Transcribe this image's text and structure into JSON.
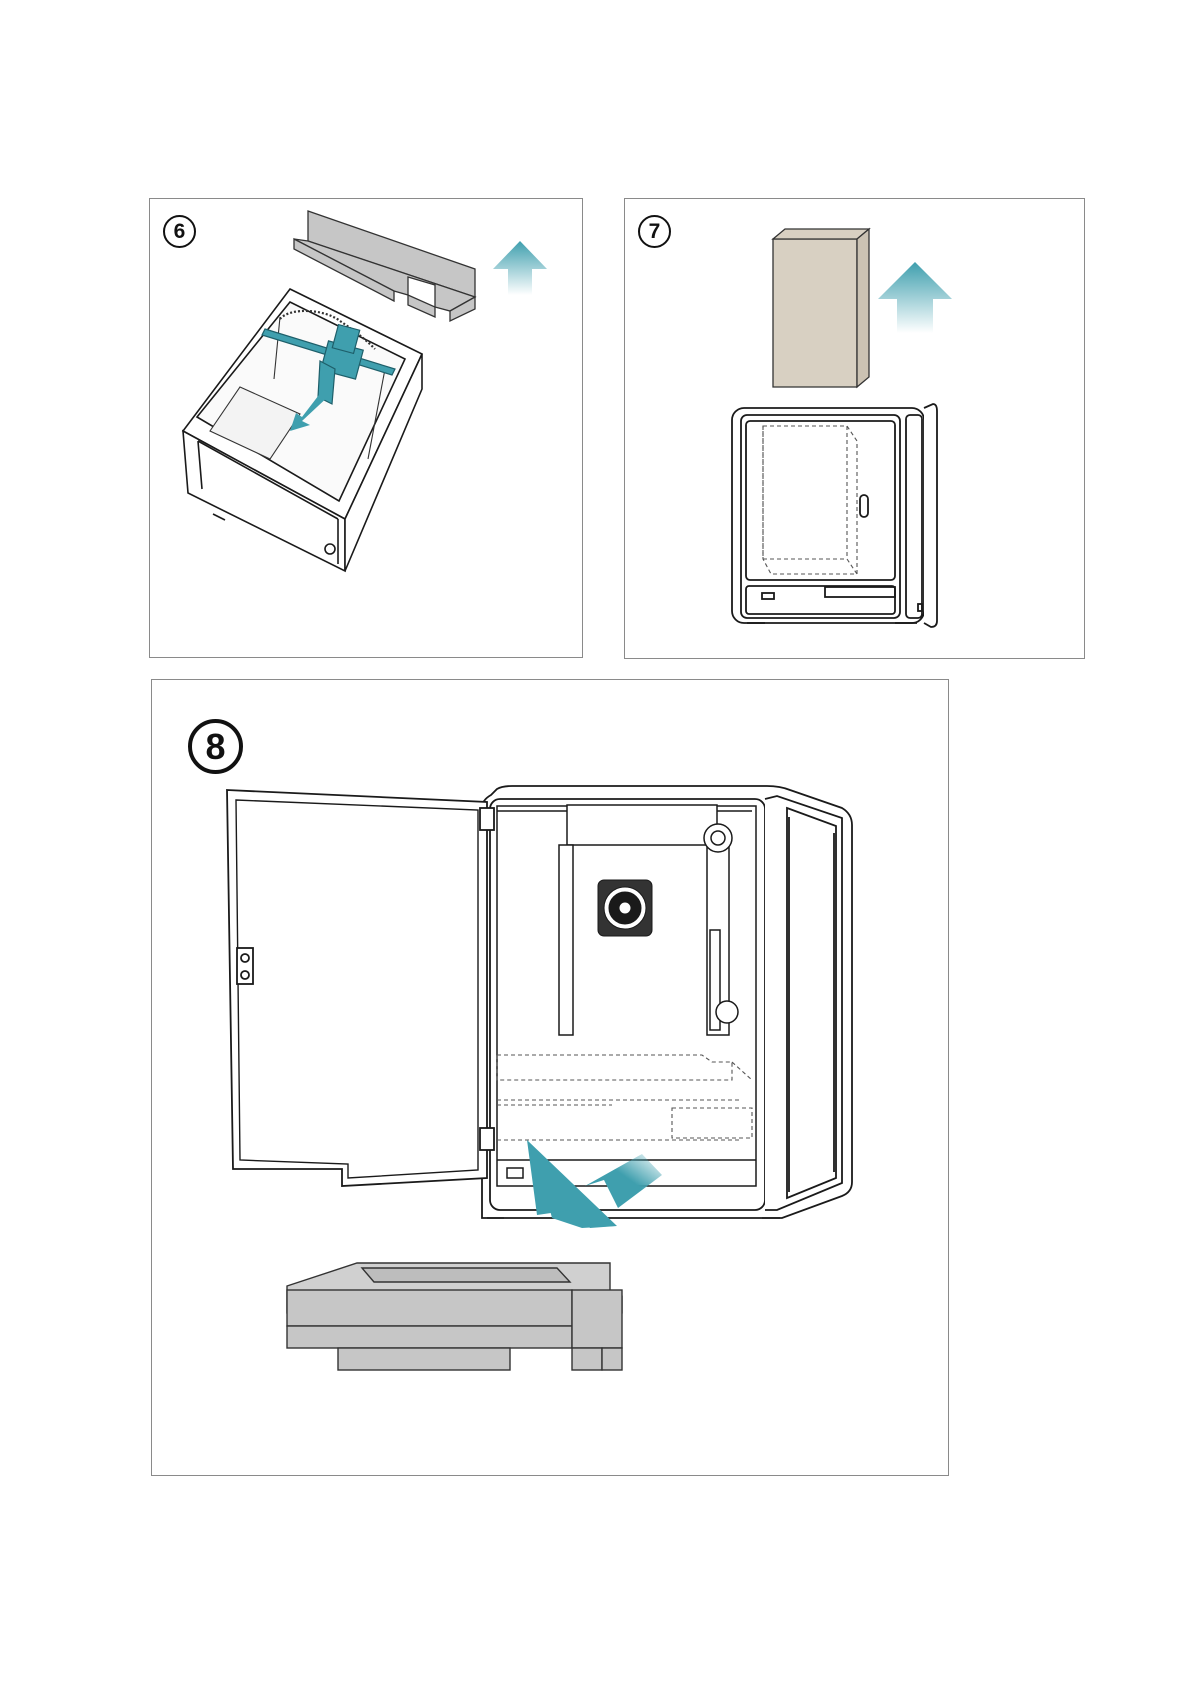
{
  "steps": [
    {
      "number": "6"
    },
    {
      "number": "7"
    },
    {
      "number": "8"
    }
  ],
  "colors": {
    "arrow": "#3f9fae",
    "foam": "#c6c6c6",
    "cardboard": "#d8d0c2",
    "line": "#1a1a1a",
    "border": "#8a8a8a"
  },
  "icons": [
    "up-arrow-icon",
    "pull-out-arrow-icon"
  ]
}
